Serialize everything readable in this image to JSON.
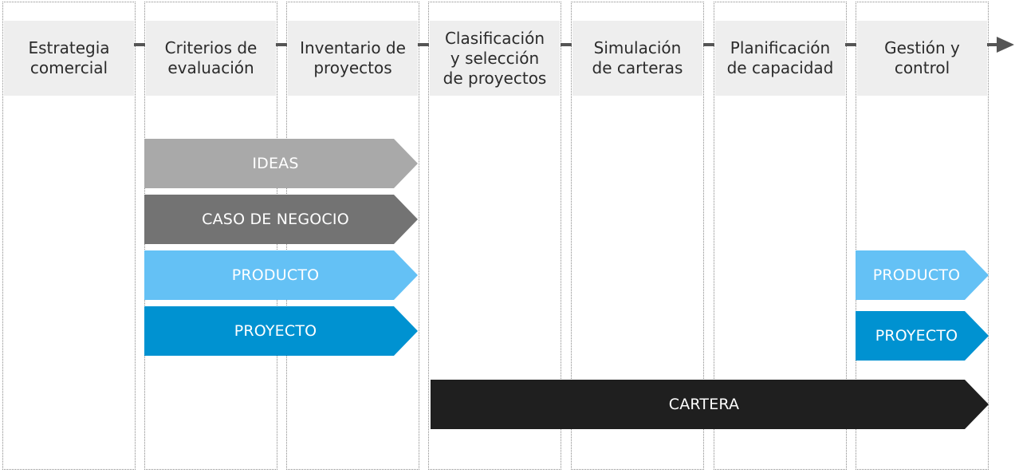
{
  "stages": [
    {
      "id": "estrategia",
      "label": "Estrategia\ncomercial"
    },
    {
      "id": "criterios",
      "label": "Criterios de\nevaluación"
    },
    {
      "id": "inventario",
      "label": "Inventario de\nproyectos"
    },
    {
      "id": "clasificacion",
      "label": "Clasificación\ny selección\nde proyectos"
    },
    {
      "id": "simulacion",
      "label": "Simulación\nde carteras"
    },
    {
      "id": "planificacion",
      "label": "Planificación\nde capacidad"
    },
    {
      "id": "gestion",
      "label": "Gestión y\ncontrol"
    }
  ],
  "bars": [
    {
      "id": "ideas",
      "label": "IDEAS",
      "color": "#a9a9a9"
    },
    {
      "id": "caso-negocio",
      "label": "CASO DE NEGOCIO",
      "color": "#737373"
    },
    {
      "id": "producto",
      "label": "PRODUCTO",
      "color": "#64c1f5"
    },
    {
      "id": "proyecto",
      "label": "PROYECTO",
      "color": "#0092d1"
    },
    {
      "id": "producto-gestion",
      "label": "PRODUCTO",
      "color": "#64c1f5"
    },
    {
      "id": "proyecto-gestion",
      "label": "PROYECTO",
      "color": "#0092d1"
    },
    {
      "id": "cartera",
      "label": "CARTERA",
      "color": "#1f1f1f"
    }
  ]
}
